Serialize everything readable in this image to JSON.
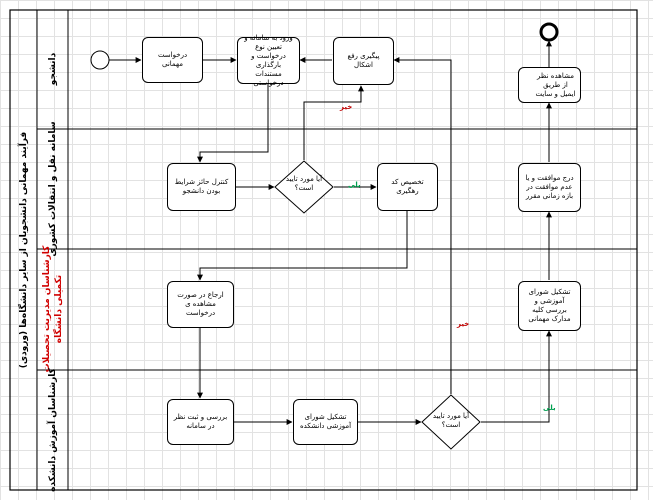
{
  "pool_title": "فرآیند مهمانی دانشجویان از سایر دانشگاه‌ها (ورودی)",
  "lanes": {
    "student": "دانشجو",
    "system": "سامانه نقل و انتقالات کشوری",
    "grad_office": [
      "کارشناسان مدیریت تحصیلات",
      "تکمیلی دانشگاه"
    ],
    "faculty": "کارشناسان آموزش دانشکده"
  },
  "tasks": {
    "request": "درخواست مهمانی",
    "enter_system": "ورود به سامانه و تعیین نوع درخواست و بارگذاری مستندات درخواستی",
    "followup": "پیگیری رفع اشکال",
    "view_result": "مشاهده نظر از طریق ایمیل و سایت",
    "check_conditions": "کنترل حائز شرایط بودن دانشجو",
    "assign_code": "تخصیص کد رهگیری",
    "register_approval": "درج موافقت و یا عدم موافقت در بازه زمانی مقرر",
    "refer": "ارجاع در صورت مشاهده ی درخواست",
    "council_review": "تشکیل شورای آموزشی و بررسی کلیه مدارک مهمانی",
    "review_system": "بررسی و ثبت نظر در سامانه",
    "faculty_council": "تشکیل شورای آموزشی دانشکده"
  },
  "gateways": {
    "g1": "آیا مورد تایید است؟",
    "g2": "آیا مورد تایید است؟"
  },
  "edge_labels": {
    "no": "خیر",
    "yes": "بلی"
  },
  "colors": {
    "no_label": "#c00000",
    "yes_label": "#00a050",
    "grad_lane_text": "#d00000"
  }
}
